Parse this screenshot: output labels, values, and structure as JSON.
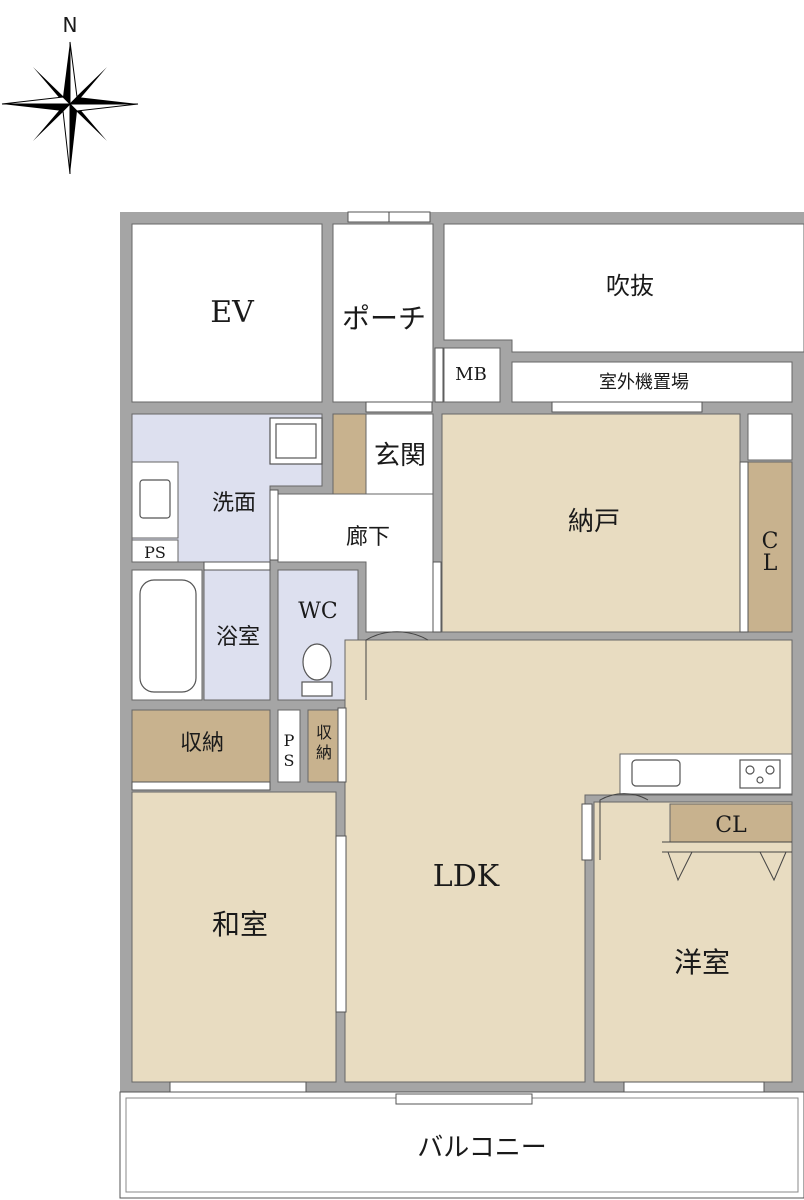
{
  "compass": {
    "north": "N"
  },
  "rooms": {
    "ev": "EV",
    "porch": "ポーチ",
    "fukinuke": "吹抜",
    "mb": "MB",
    "outdoor_unit": "室外機置場",
    "genkan": "玄関",
    "senmen": "洗面",
    "rouka": "廊下",
    "nando": "納戸",
    "nando_cl": "CL",
    "ps_top": "PS",
    "yokushitsu": "浴室",
    "wc": "WC",
    "shuno_left": "収納",
    "ps_mid": "PS",
    "shuno_small": "収納",
    "ldk": "LDK",
    "washitsu": "和室",
    "youshitsu": "洋室",
    "youshitsu_cl": "CL",
    "balcony": "バルコニー"
  },
  "colors": {
    "wall": "#a5a5a5",
    "floor_wood": "#e8dcc1",
    "storage": "#c8b28e",
    "wet_area": "#dde0ef"
  }
}
